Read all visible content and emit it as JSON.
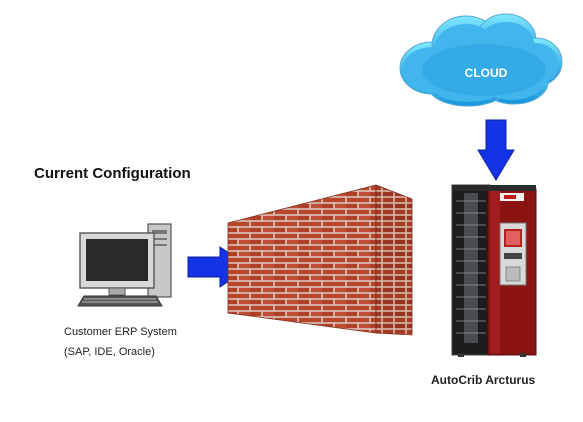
{
  "title": "Current Configuration",
  "computer": {
    "label_line1": "Customer ERP System",
    "label_line2": "(SAP, IDE, Oracle)"
  },
  "cloud": {
    "label": "CLOUD"
  },
  "machine": {
    "label": "AutoCrib Arcturus"
  },
  "colors": {
    "arrow": "#1533e6",
    "brick": "#c24a30",
    "mortar": "#e6cfc4",
    "cloud_top": "#7ee8ff",
    "cloud_bottom": "#1591dc",
    "machine_body": "#8a1414"
  }
}
